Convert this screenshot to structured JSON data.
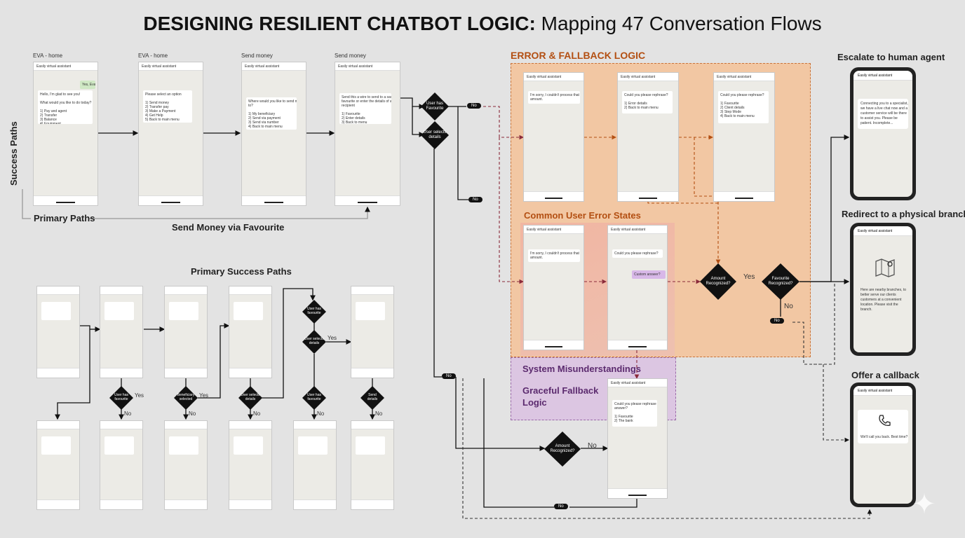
{
  "title": {
    "bold": "DESIGNING RESILIENT CHATBOT LOGIC:",
    "rest": " Mapping 47 Conversation Flows"
  },
  "top_flow": {
    "screen_captions": [
      "EVA - home",
      "EVA - home",
      "Send money",
      "Send money"
    ],
    "side_label": "Success Paths",
    "primary_paths": "Primary Paths",
    "send_money_fav": "Send Money via Favourite",
    "header_text": "Easily virtual assistant",
    "bubbles": [
      "Hello, I'm glad to see you!\n\nWhat would you like to do today?\n\n1) Pay and agent\n2) Transfer\n3) Balance\n4) Equipment",
      "Please select an option\n\n1) Send money\n2) Transfer pay\n3) Make a Payment\n4) Get Help\n5) Back to main menu",
      "Where would you like to send money\nto?\n\n1) My beneficiary\n2) Send via payment\n3) Send via number\n4) Back to main menu",
      "Send this a wire to send to a saved\nfavourite or enter the details of a new\nrecipient\n\n1) Favourite\n2) Enter details\n3) Back to menu"
    ],
    "reply": "Yes, Eva",
    "decision1": "User has\nFavourite",
    "decision2": "User selects\ndetails",
    "pill_no": "No"
  },
  "error_zone": {
    "title": "ERROR & FALLBACK LOGIC",
    "common_errors": "Common User Error States",
    "system_misunderstandings": "System Misunderstandings",
    "graceful_fallback": "Graceful Fallback\nLogic",
    "bubble_sorry": "I'm sorry, I couldn't process that\namount.",
    "bubble_rephrase1": "Could you please rephrase?\n\n1) Error details\n2) Back to main menu",
    "bubble_rephrase2": "Could you please rephrase?\n\n1) Favourite\n2) Client details\n3) Step Mode\n4) Back to main menu",
    "bubble_rephrase3": "Could you please rephrase?",
    "purple_reply": "Custom answer?",
    "bubble_fallback": "Could you please rephrase\nanswer?\n\n1) Favourite\n2) The bank",
    "decision_amount": "Amount\nRecognized?",
    "decision_recognized": "Favourite\nRecognized?",
    "yes": "Yes",
    "no": "No",
    "pill_no": "No"
  },
  "primary_success": {
    "title": "Primary Success Paths",
    "yes": "Yes",
    "no": "No",
    "decisions": [
      "User has\nfavourite",
      "Beneficiary\nselected",
      "User selects\ndetails",
      "User has\nfavourite",
      "User selects\ndetails",
      "User has\nfavourite",
      "Send\ndetails"
    ]
  },
  "lower_flow": {
    "decision": "Amount\nRecognized?",
    "no": "No",
    "pill_no": "No"
  },
  "outcomes": {
    "escalate": {
      "label": "Escalate to human agent",
      "header": "Easily virtual assistant",
      "text": "Connecting you to a specialist,\nwe have a live chat now and a\ncustomer service will be there\nto assist you. Please be\npatient. Incomplete..."
    },
    "redirect": {
      "label": "Redirect to a physical branch",
      "header": "Easily virtual assistant",
      "text": "Here are nearby branches, to\nbetter serve our clients\ncustomers at a convenient\nlocation. Please visit the\nbranch."
    },
    "callback": {
      "label": "Offer a callback",
      "header": "Easily virtual assistant",
      "text": "We'll call you back. Best time?"
    }
  }
}
